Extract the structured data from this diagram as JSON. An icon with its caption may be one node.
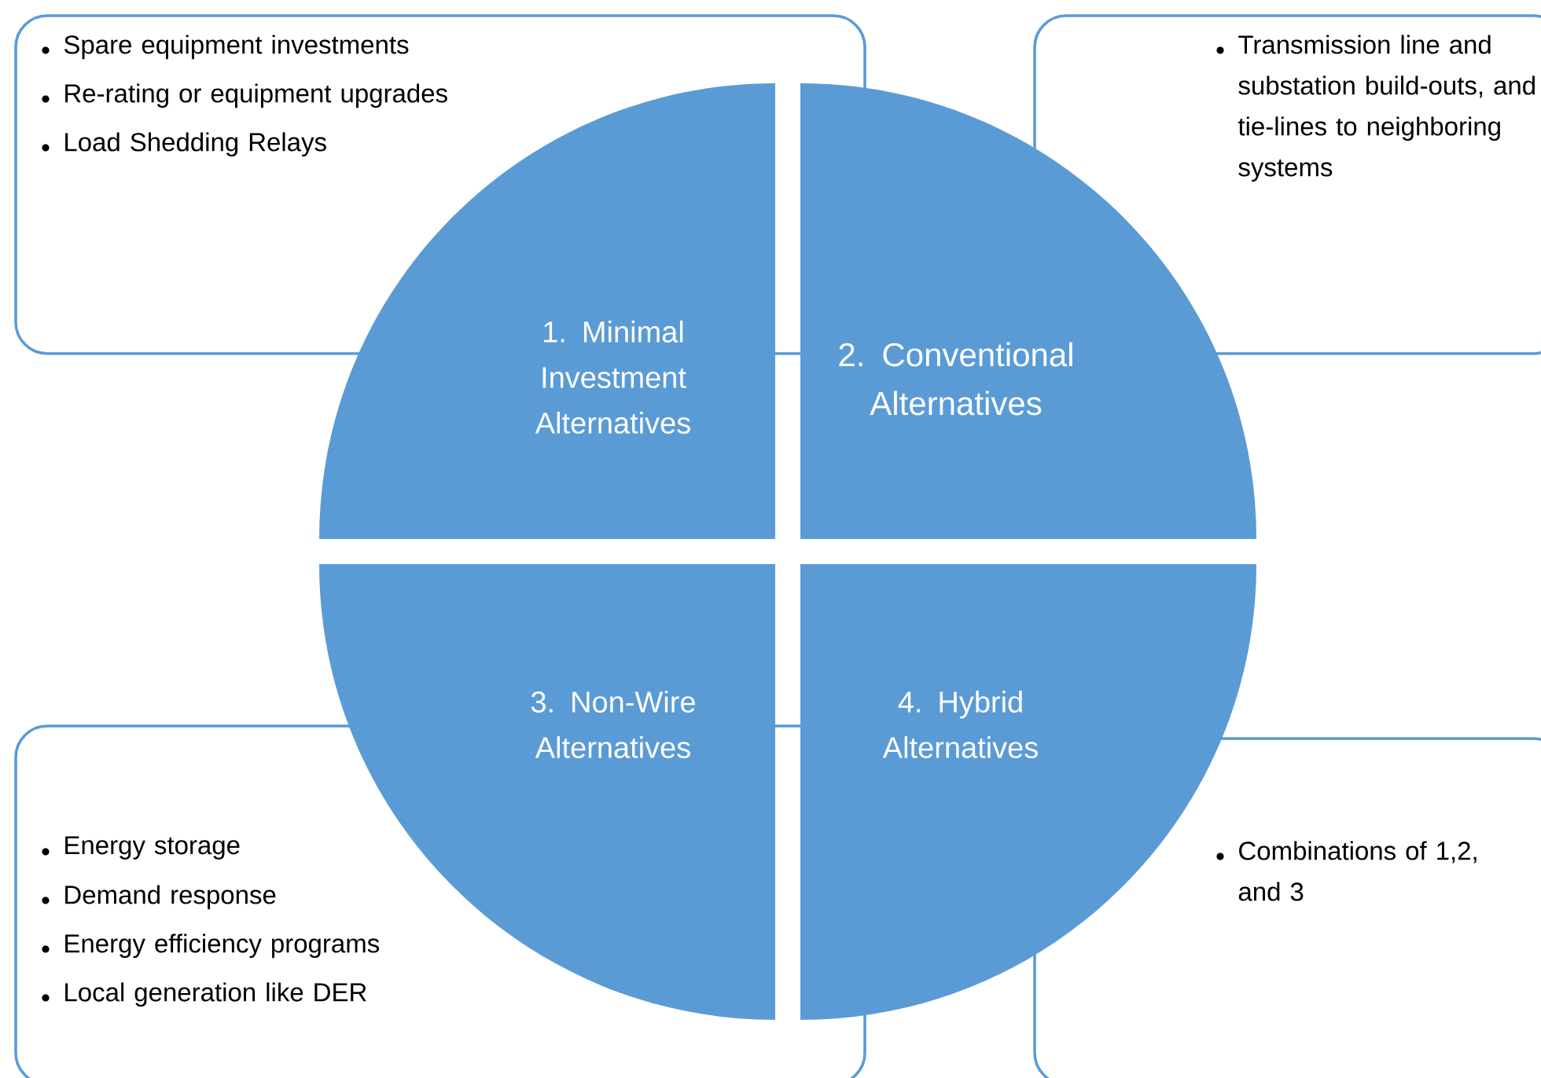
{
  "diagram": {
    "nodes": [
      {
        "text": [
          "Spare equipment investments",
          "Re-rating or equipment upgrades",
          "Load Shedding Relays"
        ]
      },
      {
        "text": [
          "Transmission line and substation build-outs, and tie-lines to neighboring systems"
        ]
      },
      {
        "text": [
          "Energy storage",
          "Demand response",
          "Energy efficiency programs",
          "Local generation like DER"
        ]
      },
      {
        "text": [
          "Combinations of 1,2, and 3"
        ]
      },
      {
        "text": [
          "1. Minimal Investment Alternatives"
        ]
      },
      {
        "text": [
          "2. Conventional Alternatives"
        ]
      },
      {
        "text": [
          "3. Non-Wire Alternatives"
        ]
      },
      {
        "text": [
          "4. Hybrid Alternatives"
        ]
      }
    ]
  }
}
